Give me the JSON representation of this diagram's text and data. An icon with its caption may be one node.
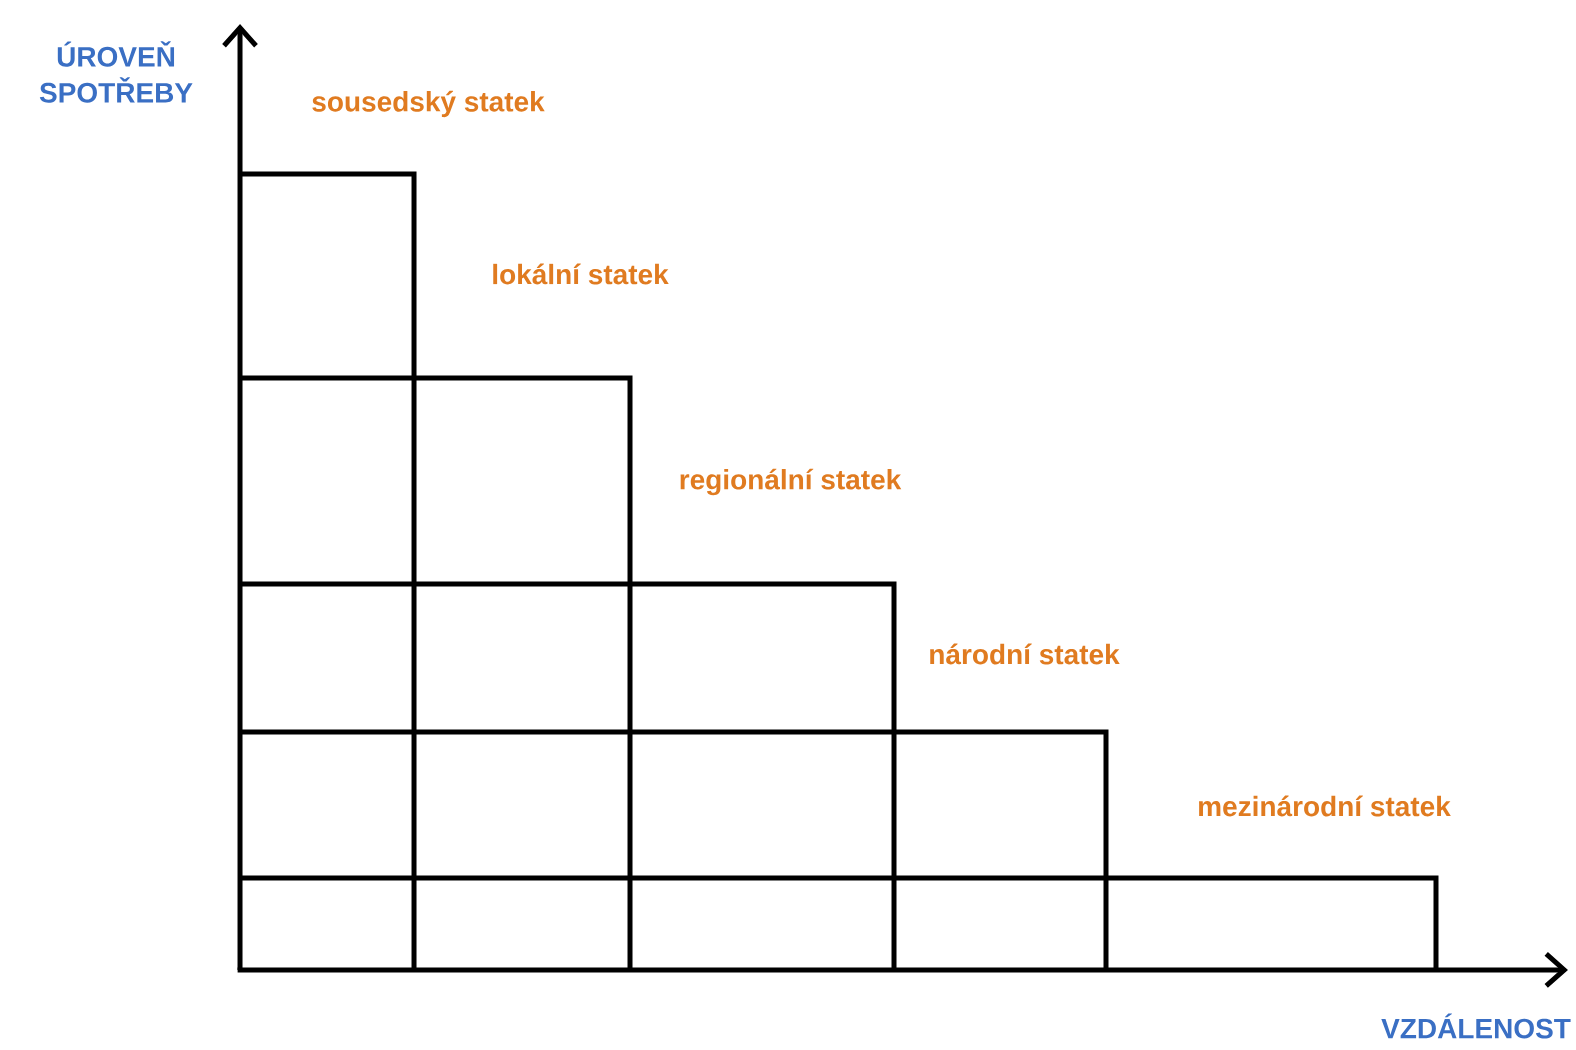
{
  "diagram": {
    "labels": [
      "ÚROVEŇ SPOTŘEBY",
      "sousedský statek",
      "lokální statek",
      "regionální statek",
      "národní statek",
      "mezinárodní statek",
      "VZDÁLENOST"
    ]
  }
}
